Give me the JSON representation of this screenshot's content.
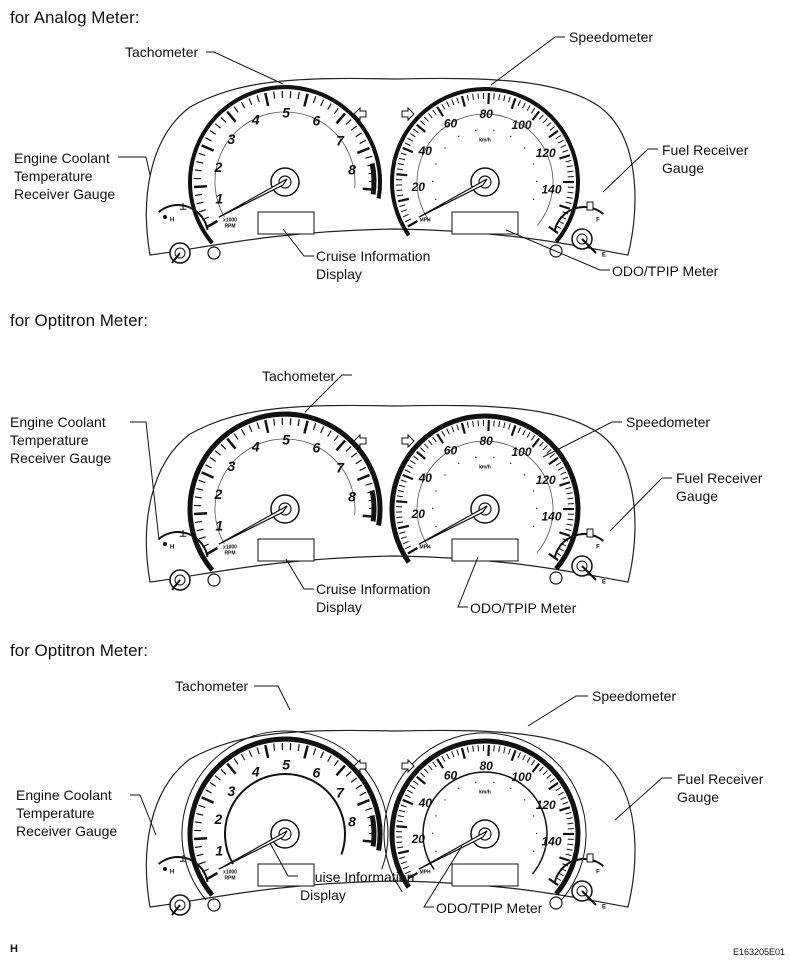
{
  "sections": [
    {
      "title": "for Analog Meter:"
    },
    {
      "title": "for Optitron Meter:"
    },
    {
      "title": "for Optitron Meter:"
    }
  ],
  "labels": {
    "tachometer": "Tachometer",
    "speedometer": "Speedometer",
    "coolant": "Engine Coolant\nTemperature\nReceiver Gauge",
    "fuel": "Fuel Receiver\nGauge",
    "cruise": "Cruise Information\nDisplay",
    "odo": "ODO/TPIP Meter"
  },
  "tach_scale": [
    "1",
    "2",
    "3",
    "4",
    "5",
    "6",
    "7",
    "8"
  ],
  "speed_scale": [
    "20",
    "40",
    "60",
    "80",
    "100",
    "120",
    "140"
  ],
  "small_marks": {
    "rpm": "x1000\nRPM",
    "mph": "MPH",
    "kmh": "km/h",
    "gauge_h": "H",
    "gauge_c": "C",
    "gauge_f": "F",
    "gauge_e": "E"
  },
  "footer": {
    "left": "H",
    "right": "E163205E01"
  }
}
